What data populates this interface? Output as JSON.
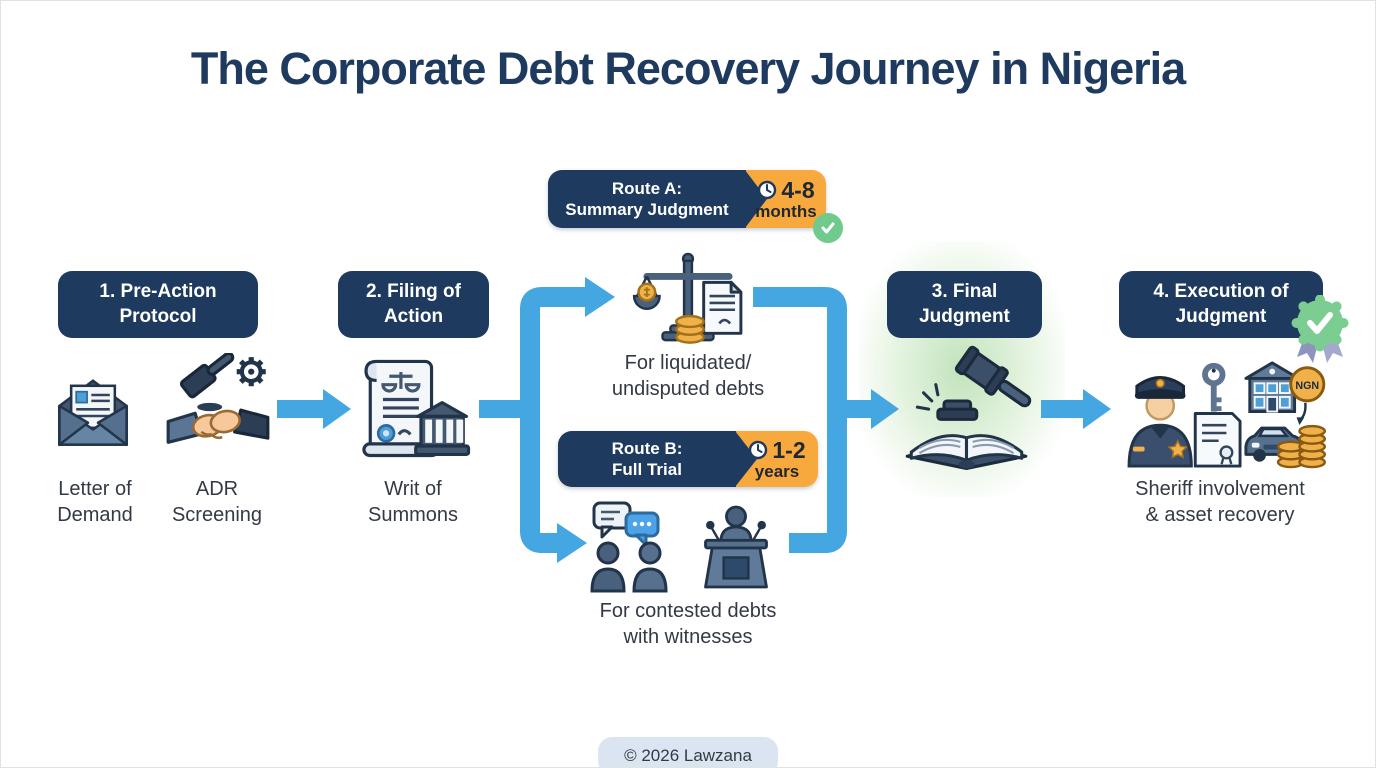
{
  "title": "The Corporate Debt Recovery Journey in Nigeria",
  "steps": [
    {
      "line1": "1. Pre-Action",
      "line2": "Protocol"
    },
    {
      "line1": "2. Filing of",
      "line2": "Action"
    },
    {
      "line1": "3. Final",
      "line2": "Judgment"
    },
    {
      "line1": "4. Execution of",
      "line2": "Judgment"
    }
  ],
  "routes": {
    "a": {
      "line1": "Route A:",
      "line2": "Summary Judgment",
      "duration": "4-8",
      "unit": "months"
    },
    "b": {
      "line1": "Route B:",
      "line2": "Full Trial",
      "duration": "1-2",
      "unit": "years"
    }
  },
  "captions": {
    "letter_of_demand": {
      "line1": "Letter of",
      "line2": "Demand"
    },
    "adr_screening": {
      "line1": "ADR",
      "line2": "Screening"
    },
    "writ_of_summons": {
      "line1": "Writ of",
      "line2": "Summons"
    },
    "route_a_desc": {
      "line1": "For liquidated/",
      "line2": "undisputed debts"
    },
    "route_b_desc": {
      "line1": "For contested debts",
      "line2": "with witnesses"
    },
    "execution_desc": {
      "line1": "Sheriff involvement",
      "line2": "& asset recovery"
    }
  },
  "icons": {
    "route_a_time": "clock-icon",
    "route_b_time": "clock-icon",
    "route_a_done": "check-icon",
    "step4_done": "ribbon-check-icon",
    "letter_of_demand": "envelope-letter-icon",
    "adr_screening": "gavel-handshake-gear-icon",
    "writ_of_summons": "scroll-courthouse-icon",
    "route_a": "scales-document-coins-icon",
    "route_b_left": "speech-people-icon",
    "route_b_right": "witness-podium-icon",
    "final_judgment": "gavel-book-icon",
    "execution": "sheriff-key-house-car-coins-icon"
  },
  "colors": {
    "navy": "#1e3a5f",
    "arrow_blue": "#45a7e1",
    "accent_orange": "#f7a93e",
    "success_green": "#6fca8c",
    "glow_green": "#d9eed4",
    "coin_gold": "#f0b14a"
  },
  "footer": "© 2026 Lawzana"
}
